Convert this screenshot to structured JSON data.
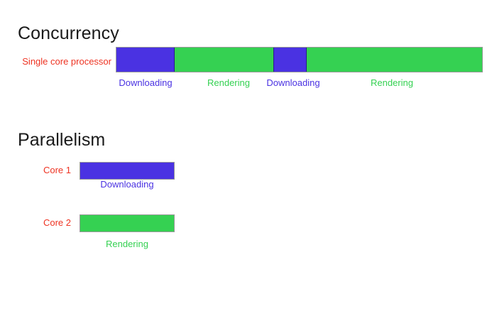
{
  "diagram": {
    "title_concurrency": "Concurrency",
    "title_parallelism": "Parallelism",
    "colors": {
      "downloading": "#4a32e2",
      "rendering": "#35d152",
      "row_label": "#ee3322",
      "heading": "#1a1a1a",
      "background": "#ffffff",
      "bar_border": "#9a9a9a"
    }
  },
  "concurrency": {
    "heading": "Concurrency",
    "row_label": "Single core processor",
    "timeline": {
      "segments": [
        {
          "task": "Downloading",
          "color": "#4a32e2",
          "width_pct": 16
        },
        {
          "task": "Rendering",
          "color": "#35d152",
          "width_pct": 27
        },
        {
          "task": "Downloading",
          "color": "#4a32e2",
          "width_pct": 9
        },
        {
          "task": "Rendering",
          "color": "#35d152",
          "width_pct": 48
        }
      ]
    },
    "captions": [
      {
        "text": "Downloading",
        "color": "#4a32e2"
      },
      {
        "text": "Rendering",
        "color": "#35d152"
      },
      {
        "text": "Downloading",
        "color": "#4a32e2"
      },
      {
        "text": "Rendering",
        "color": "#35d152"
      }
    ]
  },
  "parallelism": {
    "heading": "Parallelism",
    "cores": [
      {
        "row_label": "Core 1",
        "task": "Downloading",
        "color": "#4a32e2",
        "caption": "Downloading"
      },
      {
        "row_label": "Core 2",
        "task": "Rendering",
        "color": "#35d152",
        "caption": "Rendering"
      }
    ]
  }
}
